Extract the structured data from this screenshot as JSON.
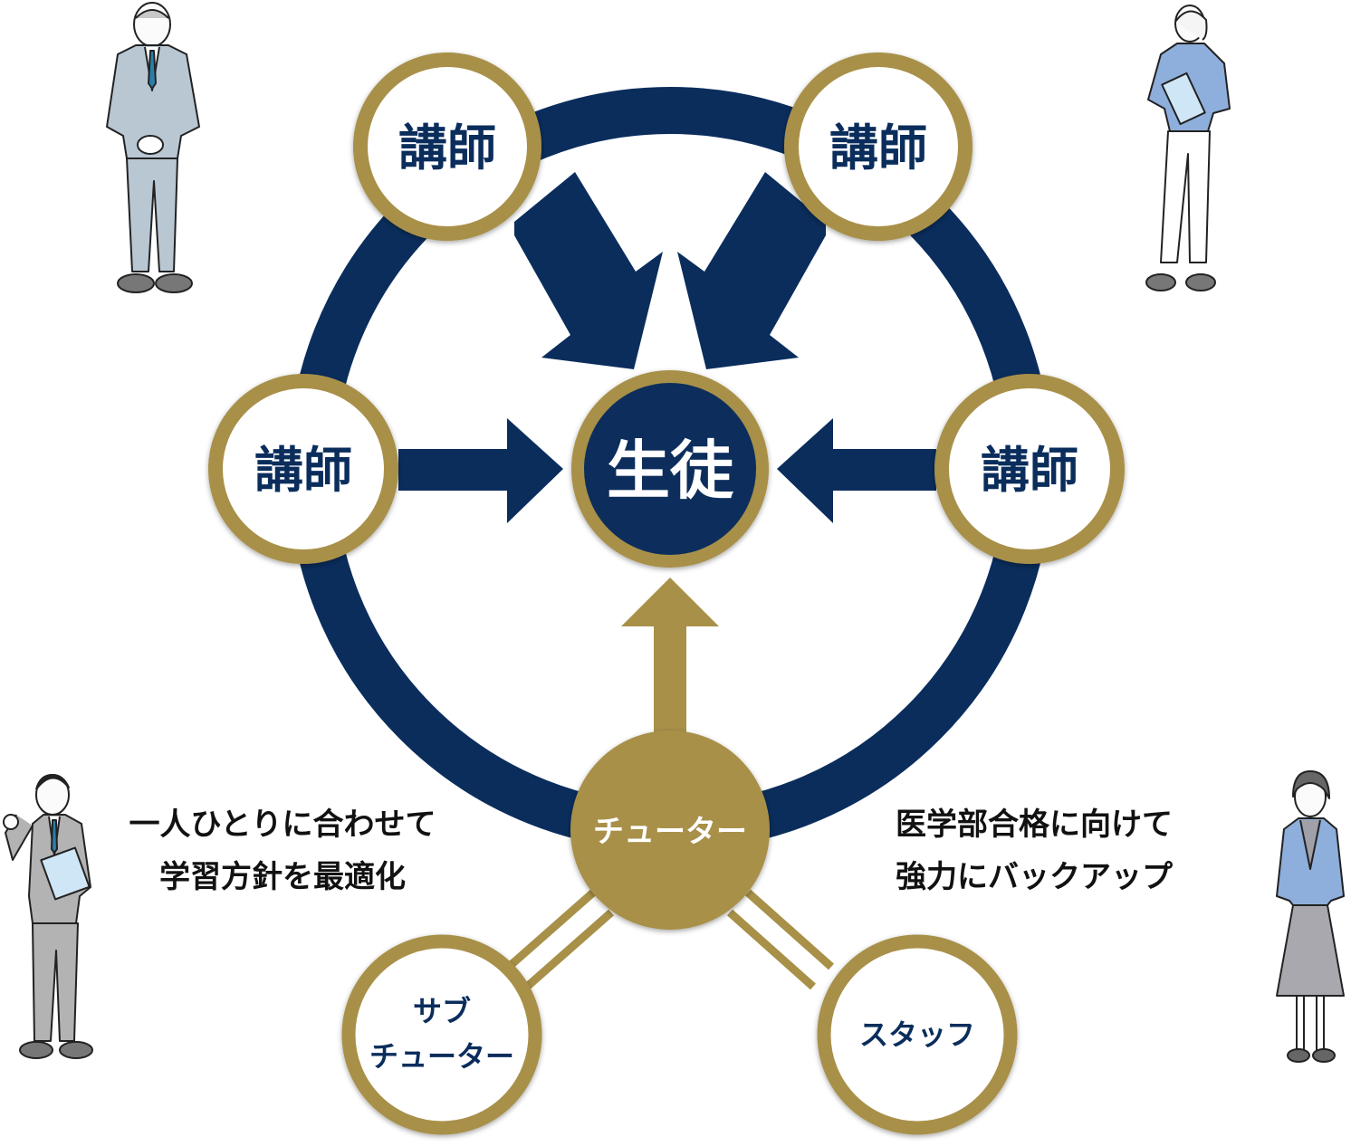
{
  "colors": {
    "navy": "#0a2d5c",
    "gold": "#a89048",
    "white": "#ffffff",
    "caption": "#111111"
  },
  "nodes": {
    "instructor_top_left": "講師",
    "instructor_top_right": "講師",
    "instructor_mid_left": "講師",
    "instructor_mid_right": "講師",
    "student": "生徒",
    "tutor": "チューター",
    "sub_tutor_line1": "サブ",
    "sub_tutor_line2": "チューター",
    "staff": "スタッフ"
  },
  "captions": {
    "left_line1": "一人ひとりに合わせて",
    "left_line2": "学習方針を最適化",
    "right_line1": "医学部合格に向けて",
    "right_line2": "強力にバックアップ"
  },
  "illustrations": [
    {
      "icon": "man-in-suit-standing-icon"
    },
    {
      "icon": "woman-with-clipboard-icon"
    },
    {
      "icon": "man-with-folder-fist-pump-icon"
    },
    {
      "icon": "woman-in-blue-jacket-icon"
    }
  ]
}
